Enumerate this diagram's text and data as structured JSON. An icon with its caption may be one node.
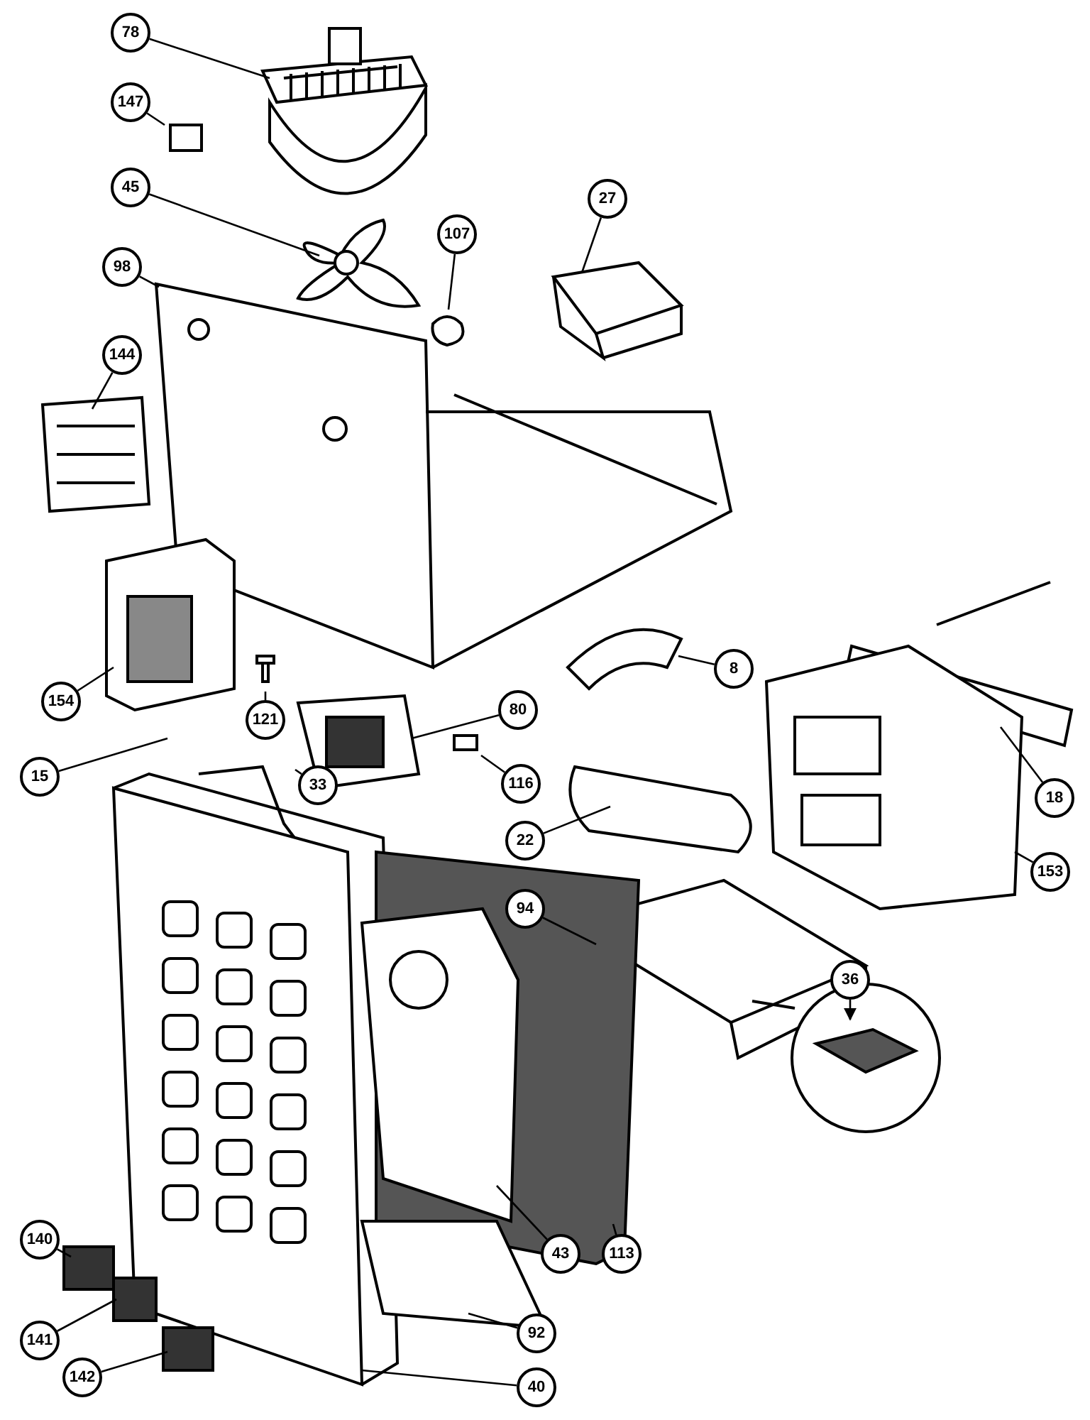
{
  "diagram": {
    "nodes": [
      {
        "text": [
          "78"
        ]
      },
      {
        "text": [
          "147"
        ]
      },
      {
        "text": [
          "45"
        ]
      },
      {
        "text": [
          "107"
        ]
      },
      {
        "text": [
          "27"
        ]
      },
      {
        "text": [
          "98"
        ]
      },
      {
        "text": [
          "144"
        ]
      },
      {
        "text": [
          "154"
        ]
      },
      {
        "text": [
          "121"
        ]
      },
      {
        "text": [
          "80"
        ]
      },
      {
        "text": [
          "8"
        ]
      },
      {
        "text": [
          "15"
        ]
      },
      {
        "text": [
          "33"
        ]
      },
      {
        "text": [
          "116"
        ]
      },
      {
        "text": [
          "22"
        ]
      },
      {
        "text": [
          "18"
        ]
      },
      {
        "text": [
          "94"
        ]
      },
      {
        "text": [
          "153"
        ]
      },
      {
        "text": [
          "36"
        ]
      },
      {
        "text": [
          "140"
        ]
      },
      {
        "text": [
          "141"
        ]
      },
      {
        "text": [
          "142"
        ]
      },
      {
        "text": [
          "40"
        ]
      },
      {
        "text": [
          "92"
        ]
      },
      {
        "text": [
          "43"
        ]
      },
      {
        "text": [
          "113"
        ]
      }
    ],
    "edges": [
      {
        "from": 0,
        "to": null,
        "arrow": "none"
      },
      {
        "from": 1,
        "to": null,
        "arrow": "none"
      },
      {
        "from": 2,
        "to": null,
        "arrow": "none"
      },
      {
        "from": 3,
        "to": null,
        "arrow": "none"
      },
      {
        "from": 4,
        "to": null,
        "arrow": "none"
      },
      {
        "from": 5,
        "to": null,
        "arrow": "none"
      },
      {
        "from": 6,
        "to": null,
        "arrow": "none"
      },
      {
        "from": 7,
        "to": null,
        "arrow": "none"
      },
      {
        "from": 8,
        "to": null,
        "arrow": "none"
      },
      {
        "from": 9,
        "to": null,
        "arrow": "none"
      },
      {
        "from": 10,
        "to": null,
        "arrow": "none"
      },
      {
        "from": 11,
        "to": null,
        "arrow": "none"
      },
      {
        "from": 12,
        "to": null,
        "arrow": "none"
      },
      {
        "from": 13,
        "to": null,
        "arrow": "none"
      },
      {
        "from": 14,
        "to": null,
        "arrow": "none"
      },
      {
        "from": 15,
        "to": null,
        "arrow": "none"
      },
      {
        "from": 16,
        "to": null,
        "arrow": "none"
      },
      {
        "from": 17,
        "to": null,
        "arrow": "none"
      },
      {
        "from": 18,
        "to": null,
        "arrow": "to"
      },
      {
        "from": 19,
        "to": null,
        "arrow": "none"
      },
      {
        "from": 20,
        "to": null,
        "arrow": "none"
      },
      {
        "from": 21,
        "to": null,
        "arrow": "none"
      },
      {
        "from": 22,
        "to": null,
        "arrow": "none"
      },
      {
        "from": 23,
        "to": null,
        "arrow": "none"
      },
      {
        "from": 24,
        "to": null,
        "arrow": "none"
      },
      {
        "from": 25,
        "to": null,
        "arrow": "none"
      }
    ]
  }
}
